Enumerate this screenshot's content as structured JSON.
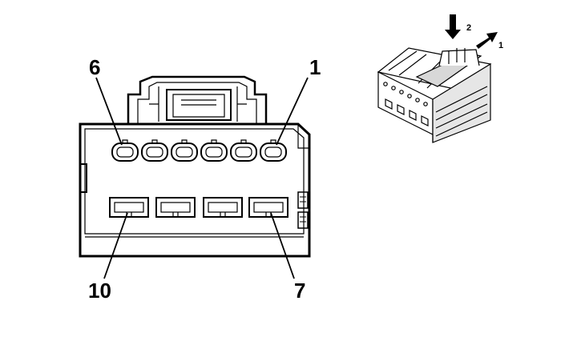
{
  "connector_face": {
    "top_row_labels": {
      "left": "6",
      "right": "1"
    },
    "bottom_row_labels": {
      "left": "10",
      "right": "7"
    },
    "top_row_pin_count": 6,
    "bottom_row_pin_count": 4
  },
  "release_steps": {
    "step_press": "2",
    "step_pull": "1"
  }
}
